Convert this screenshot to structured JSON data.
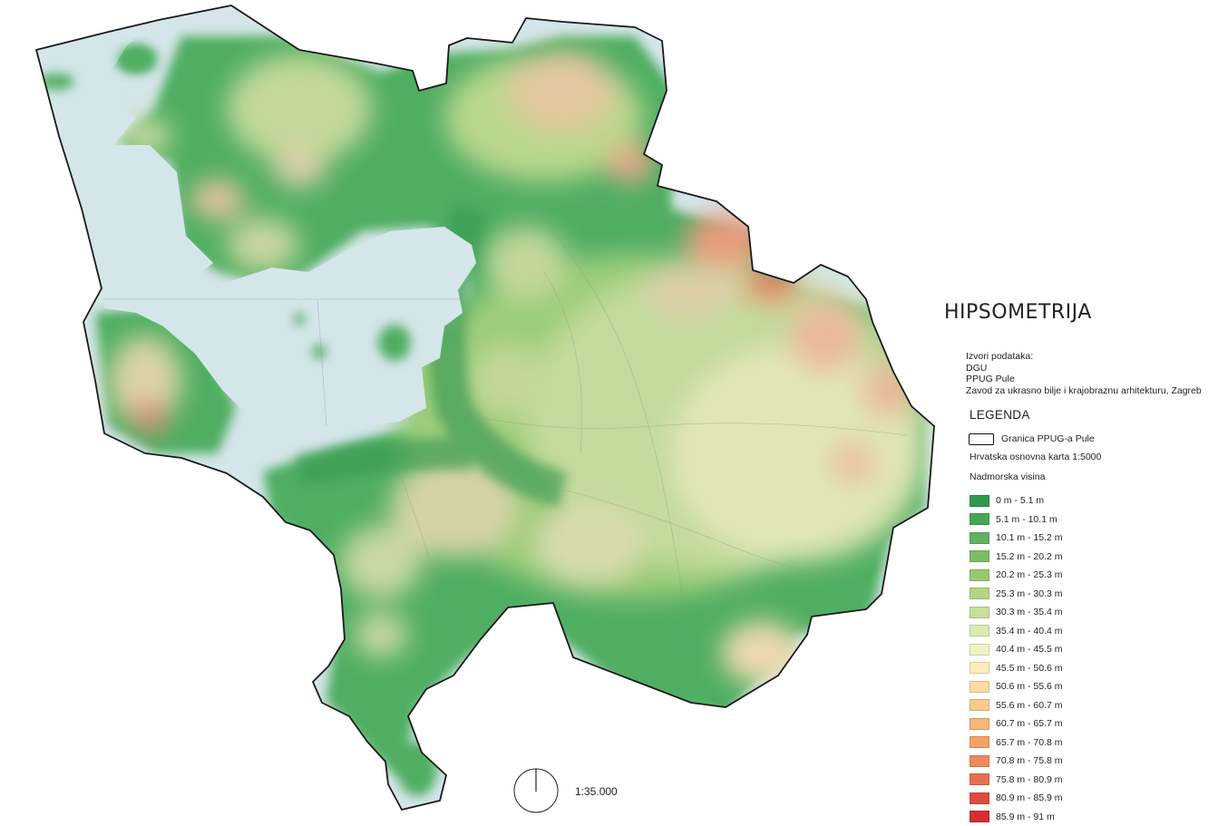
{
  "map": {
    "title": "HIPSOMETRIJA",
    "sources_heading": "Izvori podataka:",
    "sources": [
      "DGU",
      "PPUG Pule",
      "Zavod za ukrasno bilje i krajobraznu arhitekturu, Zagreb"
    ],
    "scale": "1:35.000",
    "colors": {
      "sea": "#d5e6ea",
      "boundary": "#1a1a1a",
      "low_land": "#4fae62",
      "mid_land": "#c8dba0",
      "high_land": "#e0725a"
    }
  },
  "legend": {
    "title": "LEGENDA",
    "boundary_label": "Granica PPUG-a Pule",
    "basemap_label": "Hrvatska osnovna karta 1:5000",
    "elevation_title": "Nadmorska visina",
    "classes": [
      {
        "label": "0 m - 5.1 m",
        "color": "#2f9a4c"
      },
      {
        "label": "5.1 m - 10.1 m",
        "color": "#47a656"
      },
      {
        "label": "10.1 m - 15.2 m",
        "color": "#63b260"
      },
      {
        "label": "15.2 m - 20.2 m",
        "color": "#7dbc67"
      },
      {
        "label": "20.2 m - 25.3 m",
        "color": "#99c873"
      },
      {
        "label": "25.3 m - 30.3 m",
        "color": "#b2d585"
      },
      {
        "label": "30.3 m - 35.4 m",
        "color": "#c8e09a"
      },
      {
        "label": "35.4 m - 40.4 m",
        "color": "#dcebb0"
      },
      {
        "label": "40.4 m - 45.5 m",
        "color": "#f0f4c4"
      },
      {
        "label": "45.5 m - 50.6 m",
        "color": "#fbeebb"
      },
      {
        "label": "50.6 m - 55.6 m",
        "color": "#fcdca2"
      },
      {
        "label": "55.6 m - 60.7 m",
        "color": "#fbca8c"
      },
      {
        "label": "60.7 m - 65.7 m",
        "color": "#f8b679"
      },
      {
        "label": "65.7 m - 70.8 m",
        "color": "#f4a168"
      },
      {
        "label": "70.8 m - 75.8 m",
        "color": "#ee8a5c"
      },
      {
        "label": "75.8 m - 80.9 m",
        "color": "#e76f4f"
      },
      {
        "label": "80.9 m - 85.9 m",
        "color": "#dd4d3f"
      },
      {
        "label": "85.9 m - 91 m",
        "color": "#d22f32"
      }
    ]
  },
  "icons": {
    "north_arrow": "north-arrow-icon"
  }
}
